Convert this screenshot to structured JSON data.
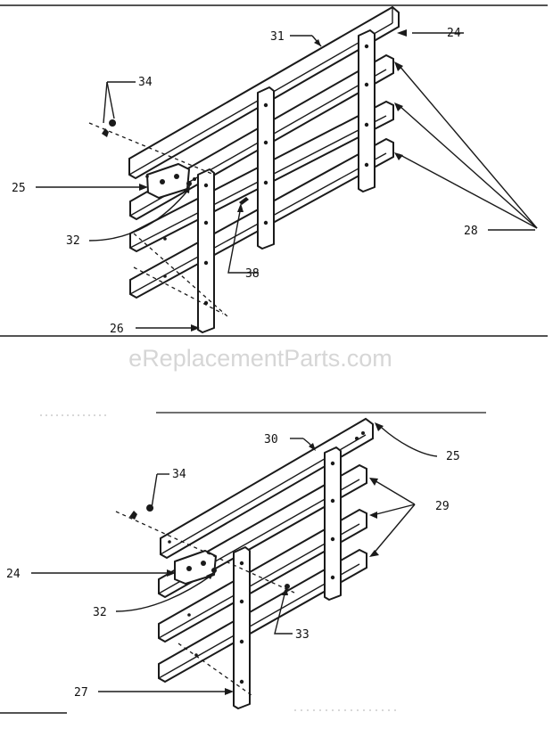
{
  "watermark": "eReplacementParts.com",
  "top_labels": {
    "l31": "31",
    "l24": "24",
    "l34": "34",
    "l25": "25",
    "l28": "28",
    "l32": "32",
    "l38": "38",
    "l26": "26"
  },
  "bottom_labels": {
    "l30": "30",
    "l25": "25",
    "l34": "34",
    "l29": "29",
    "l24": "24",
    "l32": "32",
    "l33": "33",
    "l27": "27"
  }
}
